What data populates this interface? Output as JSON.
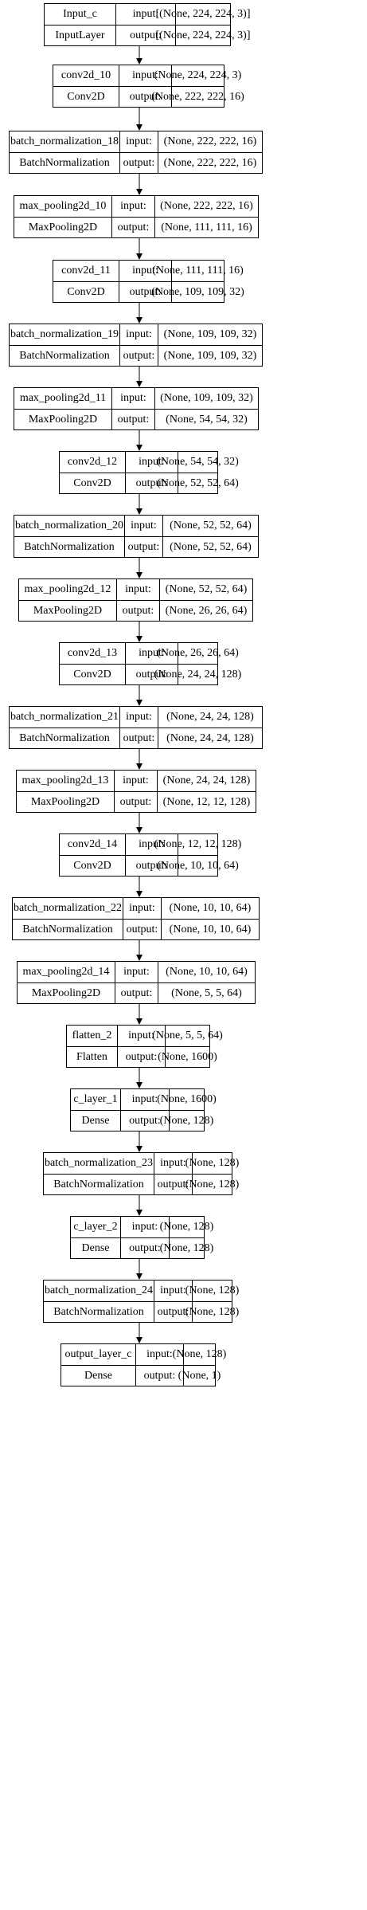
{
  "labels": {
    "input": "input:",
    "output": "output:"
  },
  "layers": [
    {
      "name": "Input_c",
      "type": "InputLayer",
      "input": "[(None, 224, 224, 3)]",
      "output": "[(None, 224, 224, 3)]"
    },
    {
      "name": "conv2d_10",
      "type": "Conv2D",
      "input": "(None, 224, 224, 3)",
      "output": "(None, 222, 222, 16)"
    },
    {
      "name": "batch_normalization_18",
      "type": "BatchNormalization",
      "input": "(None, 222, 222, 16)",
      "output": "(None, 222, 222, 16)"
    },
    {
      "name": "max_pooling2d_10",
      "type": "MaxPooling2D",
      "input": "(None, 222, 222, 16)",
      "output": "(None, 111, 111, 16)"
    },
    {
      "name": "conv2d_11",
      "type": "Conv2D",
      "input": "(None, 111, 111, 16)",
      "output": "(None, 109, 109, 32)"
    },
    {
      "name": "batch_normalization_19",
      "type": "BatchNormalization",
      "input": "(None, 109, 109, 32)",
      "output": "(None, 109, 109, 32)"
    },
    {
      "name": "max_pooling2d_11",
      "type": "MaxPooling2D",
      "input": "(None, 109, 109, 32)",
      "output": "(None, 54, 54, 32)"
    },
    {
      "name": "conv2d_12",
      "type": "Conv2D",
      "input": "(None, 54, 54, 32)",
      "output": "(None, 52, 52, 64)"
    },
    {
      "name": "batch_normalization_20",
      "type": "BatchNormalization",
      "input": "(None, 52, 52, 64)",
      "output": "(None, 52, 52, 64)"
    },
    {
      "name": "max_pooling2d_12",
      "type": "MaxPooling2D",
      "input": "(None, 52, 52, 64)",
      "output": "(None, 26, 26, 64)"
    },
    {
      "name": "conv2d_13",
      "type": "Conv2D",
      "input": "(None, 26, 26, 64)",
      "output": "(None, 24, 24, 128)"
    },
    {
      "name": "batch_normalization_21",
      "type": "BatchNormalization",
      "input": "(None, 24, 24, 128)",
      "output": "(None, 24, 24, 128)"
    },
    {
      "name": "max_pooling2d_13",
      "type": "MaxPooling2D",
      "input": "(None, 24, 24, 128)",
      "output": "(None, 12, 12, 128)"
    },
    {
      "name": "conv2d_14",
      "type": "Conv2D",
      "input": "(None, 12, 12, 128)",
      "output": "(None, 10, 10, 64)"
    },
    {
      "name": "batch_normalization_22",
      "type": "BatchNormalization",
      "input": "(None, 10, 10, 64)",
      "output": "(None, 10, 10, 64)"
    },
    {
      "name": "max_pooling2d_14",
      "type": "MaxPooling2D",
      "input": "(None, 10, 10, 64)",
      "output": "(None, 5, 5, 64)"
    },
    {
      "name": "flatten_2",
      "type": "Flatten",
      "input": "(None, 5, 5, 64)",
      "output": "(None, 1600)"
    },
    {
      "name": "c_layer_1",
      "type": "Dense",
      "input": "(None, 1600)",
      "output": "(None, 128)"
    },
    {
      "name": "batch_normalization_23",
      "type": "BatchNormalization",
      "input": "(None, 128)",
      "output": "(None, 128)"
    },
    {
      "name": "c_layer_2",
      "type": "Dense",
      "input": "(None, 128)",
      "output": "(None, 128)"
    },
    {
      "name": "batch_normalization_24",
      "type": "BatchNormalization",
      "input": "(None, 128)",
      "output": "(None, 128)"
    },
    {
      "name": "output_layer_c",
      "type": "Dense",
      "input": "(None, 128)",
      "output": "(None, 1)"
    }
  ]
}
